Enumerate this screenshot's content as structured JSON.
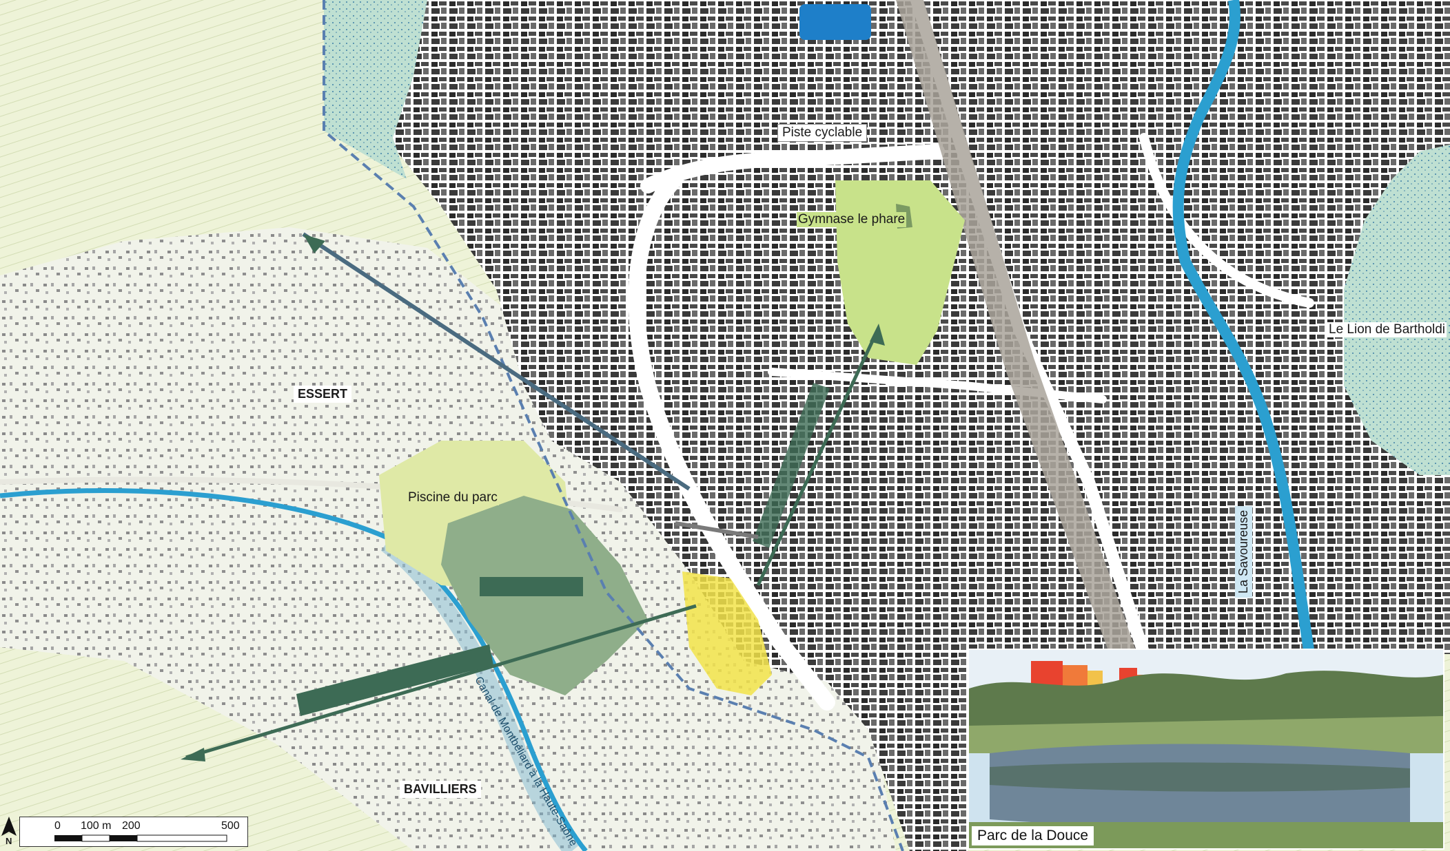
{
  "map": {
    "labels": {
      "piste_cyclable": "Piste cyclable",
      "gymnase": "Gymnase le phare",
      "lion": "Le Lion de Bartholdi",
      "essert": "ESSERT",
      "piscine": "Piscine du parc",
      "bavilliers": "BAVILLIERS",
      "savoureuse": "La Savoureuse",
      "canal": "Canal de Montbéliard à la Haute-Saône"
    },
    "inset_caption": "Parc de la Douce",
    "scale": {
      "ticks": [
        "0",
        "100 m",
        "200",
        "500"
      ],
      "north": "N"
    },
    "colors": {
      "river": "#2b9fd0",
      "park_light": "#c8e28a",
      "park_dark": "#8fae8a",
      "fields": "#eaf1cf",
      "arrow": "#3d6b55",
      "yellow_zone": "#f2e34a"
    }
  }
}
